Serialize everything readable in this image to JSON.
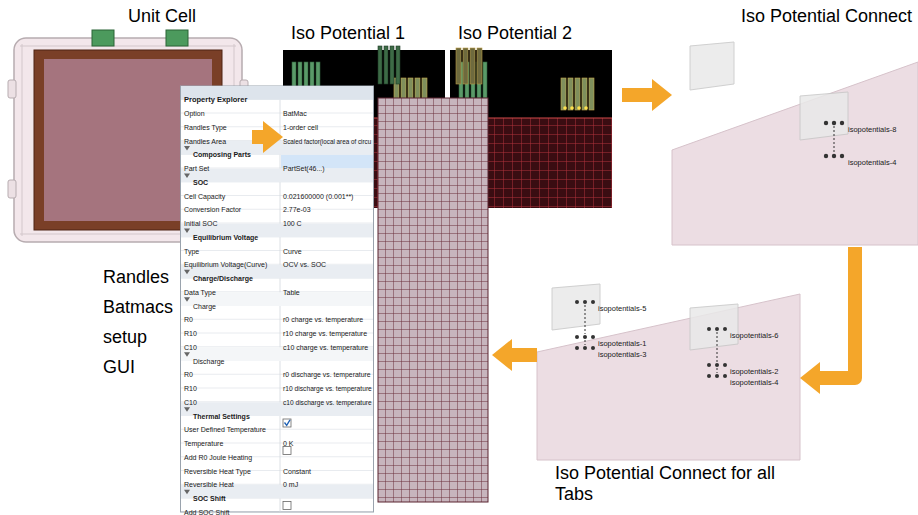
{
  "diagram": {
    "nodes": [
      {
        "text": [
          "Unit Cell"
        ]
      },
      {
        "text": [
          "Iso Potential 1"
        ]
      },
      {
        "text": [
          "Iso Potential 2"
        ]
      },
      {
        "text": [
          "Iso Potential Connect"
        ]
      },
      {
        "text": [
          "Iso Potential Connect for all Tabs"
        ]
      },
      {
        "text": [
          "Randles Batmacs setup GUI"
        ]
      }
    ],
    "edges": [
      {
        "from": 0,
        "to": 1,
        "arrow": "to"
      },
      {
        "from": 2,
        "to": 3,
        "arrow": "to"
      },
      {
        "from": 3,
        "to": 4,
        "arrow": "to"
      },
      {
        "from": 4,
        "to": 5,
        "arrow": "to"
      }
    ],
    "labels": [
      "isopotentials-8",
      "isopotentials-4",
      "isopotentials-5",
      "isopotentials-1",
      "isopotentials-3",
      "isopotentials-6",
      "isopotentials-2",
      "isopotentials-4",
      "Property Explorer",
      "Option",
      "BatMac",
      "Randles Type",
      "1-order cell",
      "Randles Area",
      "Scaled factor(local area of circu",
      "Composing Parts",
      "Part Set",
      "PartSet(46...)",
      "SOC",
      "Cell Capacity",
      "0.021600000 (0.001**)",
      "Conversion Factor",
      "2.77e-03",
      "Initial SOC",
      "100 C",
      "Equilibrium Voltage",
      "Type",
      "Curve",
      "Equilibrium Voltage(Curve)",
      "OCV vs. SOC",
      "Charge/Discharge",
      "Data Type",
      "Table",
      "Charge",
      "R0",
      "r0 charge vs. temperature",
      "R10",
      "r10 charge vs. temperature",
      "C10",
      "c10 charge vs. temperature",
      "Discharge",
      "R0",
      "r0 discharge vs. temperature",
      "R10",
      "r10 discharge vs. temperature",
      "C10",
      "c10 discharge vs. temperature",
      "Thermal Settings",
      "User Defined Temperature",
      "Temperature",
      "0 K",
      "Add R0 Joule Heating",
      "Reversible Heat Type",
      "Constant",
      "Reversible Heat",
      "0 mJ",
      "SOC Shift",
      "Add SOC Shift"
    ]
  }
}
